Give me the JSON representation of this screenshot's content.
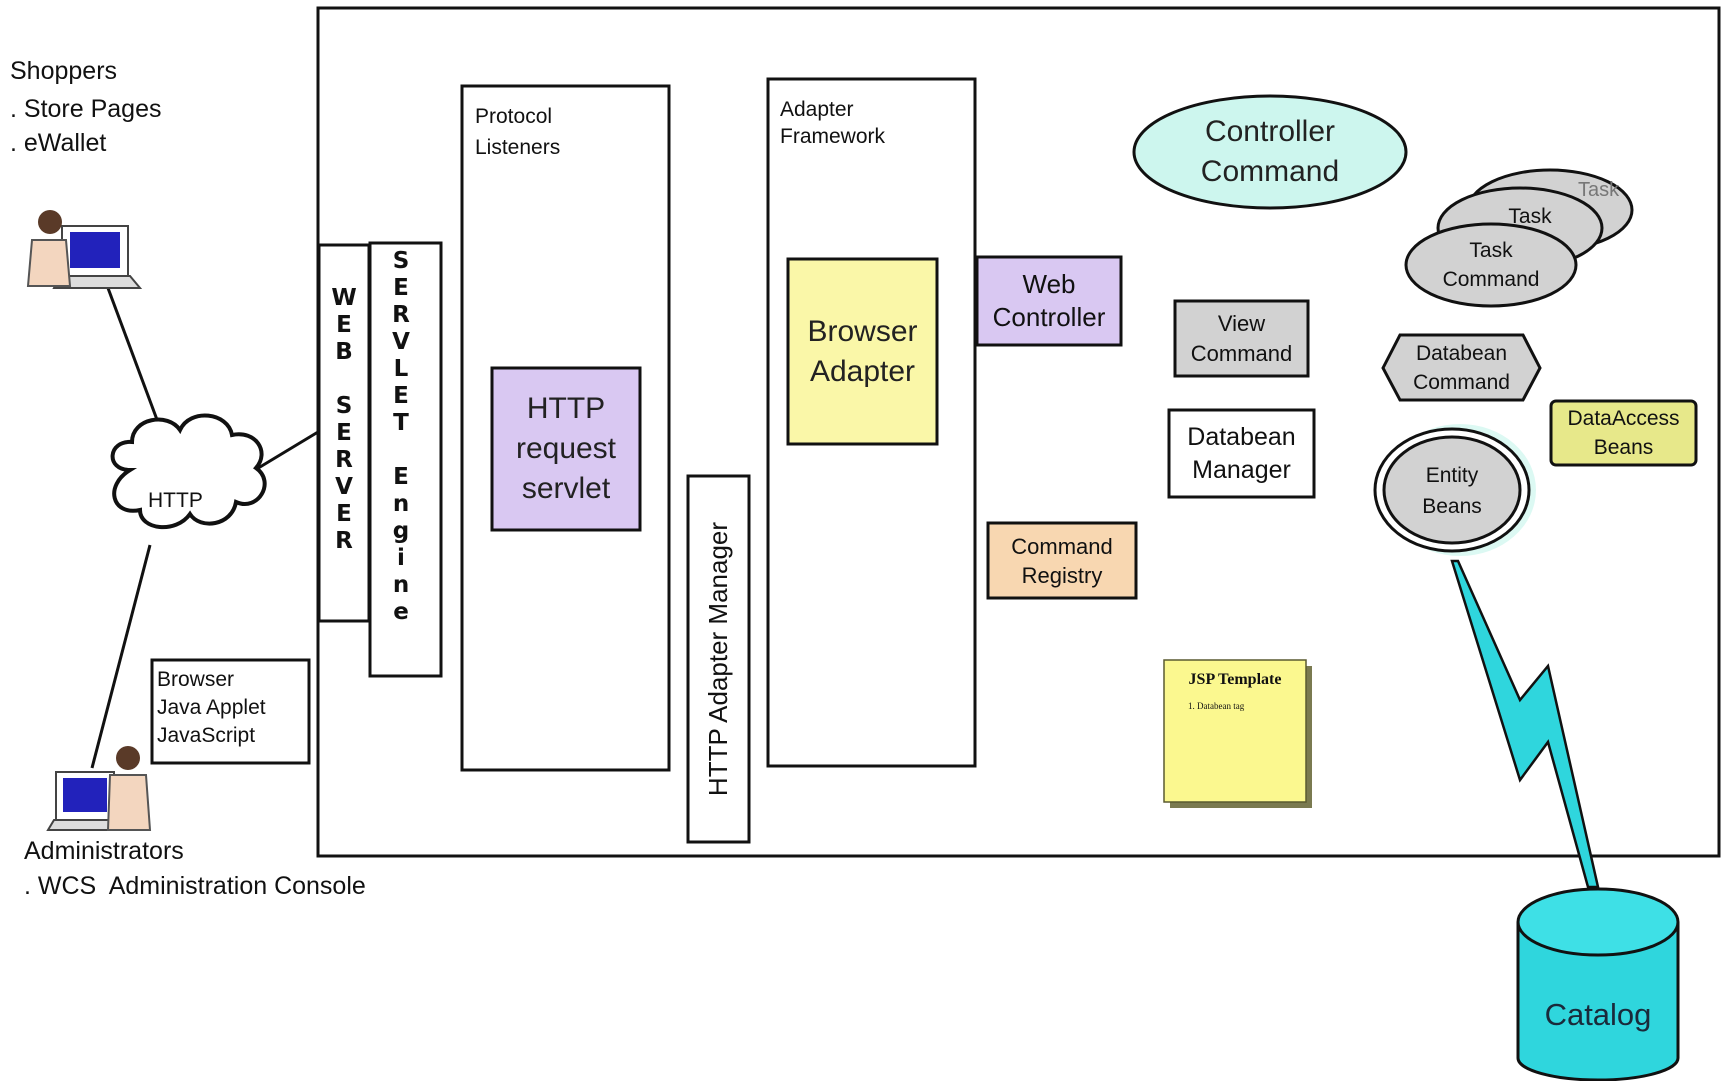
{
  "actors": {
    "shoppers": {
      "title": "Shoppers",
      "items": [
        ". Store Pages",
        ". eWallet"
      ]
    },
    "administrators": {
      "title": "Administrators",
      "items": [
        ". WCS  Administration Console"
      ]
    }
  },
  "cloud": {
    "label": "HTTP"
  },
  "client_box": {
    "lines": [
      "Browser",
      "Java Applet",
      "JavaScript"
    ]
  },
  "web_server": {
    "letters": [
      "W",
      "E",
      "B",
      "",
      "S",
      "E",
      "R",
      "V",
      "E",
      "R"
    ]
  },
  "servlet_engine": {
    "letters": [
      "S",
      "E",
      "R",
      "V",
      "L",
      "E",
      "T",
      "",
      "E",
      "n",
      "g",
      "i",
      "n",
      "e"
    ]
  },
  "protocol_listeners": {
    "label": "Protocol\nListeners"
  },
  "http_request_servlet": {
    "label": "HTTP\nrequest\nservlet"
  },
  "http_adapter_manager": {
    "label": "HTTP Adapter Manager"
  },
  "adapter_framework": {
    "label": "Adapter\nFramework"
  },
  "browser_adapter": {
    "label": "Browser\nAdapter"
  },
  "web_controller": {
    "label": "Web\nController"
  },
  "command_registry": {
    "label": "Command\nRegistry"
  },
  "controller_command": {
    "label": "Controller\nCommand"
  },
  "view_command": {
    "label": "View\nCommand"
  },
  "databean_manager": {
    "label": "Databean\nManager"
  },
  "jsp_template": {
    "title": "JSP Template",
    "note": "1. Databean tag"
  },
  "task_command": {
    "back_label": "Task",
    "mid_label": "Task",
    "front_label": "Task\nCommand"
  },
  "databean_command": {
    "label": "Databean\nCommand"
  },
  "dataaccess_beans": {
    "label": "DataAccess\nBeans"
  },
  "entity_beans": {
    "label": "Entity\nBeans"
  },
  "catalog": {
    "label": "Catalog"
  },
  "colors": {
    "lavender": "#d9c8f2",
    "yellow": "#faf7a8",
    "orange": "#f8d7b1",
    "gray": "#d2d2d2",
    "cyan_light": "#cdf6ee",
    "cyan": "#2fd6dd",
    "olive_yellow": "#e7e88a",
    "jsp_yellow": "#fbf88f"
  }
}
